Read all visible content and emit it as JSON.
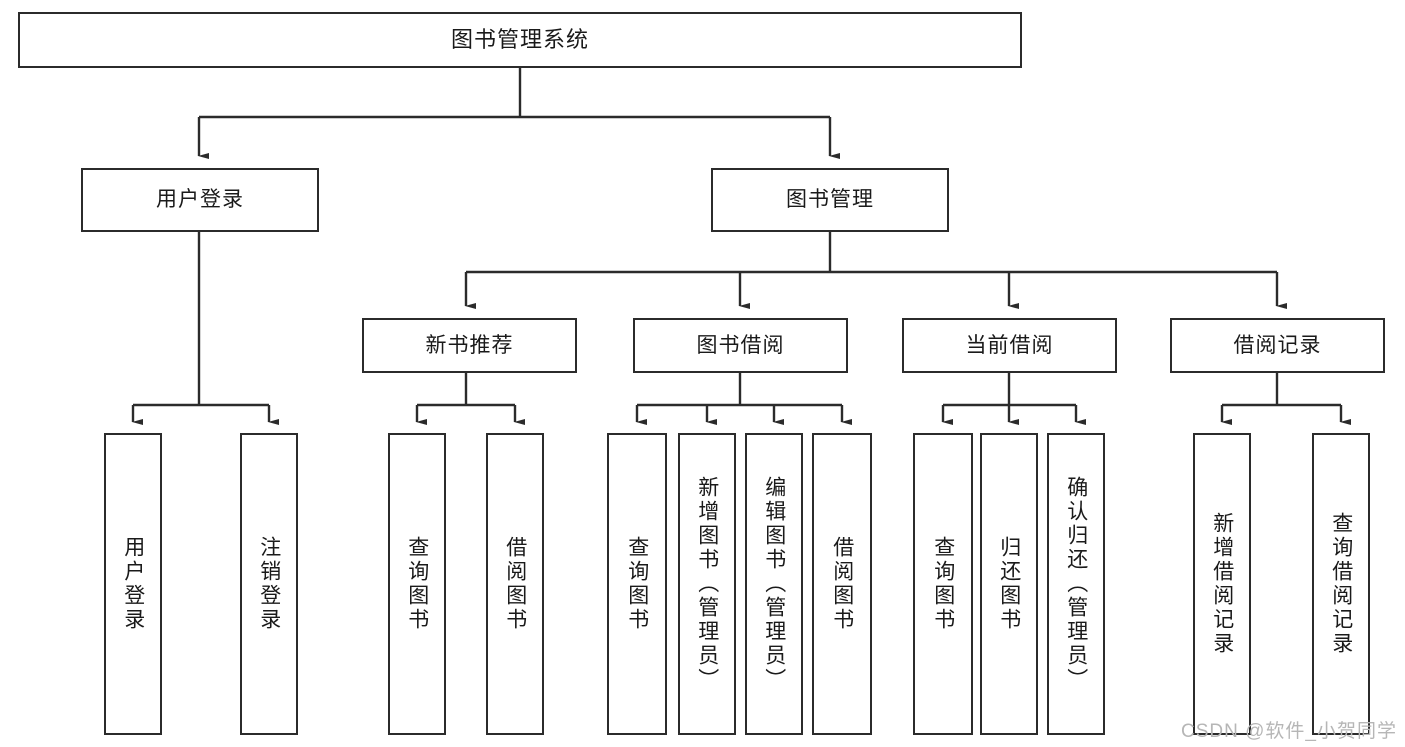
{
  "diagram": {
    "title": "图书管理系统",
    "type": "hierarchy-tree",
    "levels": 4,
    "colors": {
      "box_border": "#2b2b2b",
      "box_fill": "#ffffff",
      "edge": "#2b2b2b",
      "text": "#1a1a1a",
      "watermark": "#b6b6b6",
      "background": "#ffffff"
    },
    "root": {
      "label": "图书管理系统"
    },
    "level2": [
      {
        "label": "用户登录"
      },
      {
        "label": "图书管理"
      }
    ],
    "level3": [
      {
        "label": "新书推荐"
      },
      {
        "label": "图书借阅"
      },
      {
        "label": "当前借阅"
      },
      {
        "label": "借阅记录"
      }
    ],
    "leaves": {
      "user_login": [
        {
          "label": "用户登录"
        },
        {
          "label": "注销登录"
        }
      ],
      "new_book_recommend": [
        {
          "label": "查询图书"
        },
        {
          "label": "借阅图书"
        }
      ],
      "book_borrow": [
        {
          "label": "查询图书"
        },
        {
          "label": "新增图书（管理员）"
        },
        {
          "label": "编辑图书（管理员）"
        },
        {
          "label": "借阅图书"
        }
      ],
      "current_borrow": [
        {
          "label": "查询图书"
        },
        {
          "label": "归还图书"
        },
        {
          "label": "确认归还（管理员）"
        }
      ],
      "borrow_record": [
        {
          "label": "新增借阅记录"
        },
        {
          "label": "查询借阅记录"
        }
      ]
    }
  },
  "watermark": {
    "text": "CSDN @软件_小贺同学"
  }
}
